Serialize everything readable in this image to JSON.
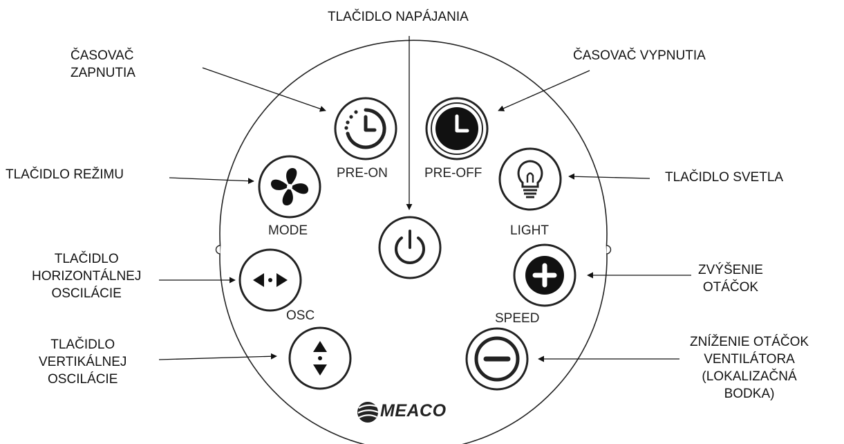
{
  "callouts": {
    "power": [
      "TLAČIDLO NAPÁJANIA"
    ],
    "pre_on_timer": [
      "ČASOVAČ",
      "ZAPNUTIA"
    ],
    "pre_off_timer": [
      "ČASOVAČ VYPNUTIA"
    ],
    "mode": [
      "TLAČIDLO REŽIMU"
    ],
    "light": [
      "TLAČIDLO SVETLA"
    ],
    "horizontal_osc": [
      "TLAČIDLO",
      "HORIZONTÁLNEJ",
      "OSCILÁCIE"
    ],
    "speed_up": [
      "ZVÝŠENIE",
      "OTÁČOK"
    ],
    "vertical_osc": [
      "TLAČIDLO",
      "VERTIKÁLNEJ",
      "OSCILÁCIE"
    ],
    "speed_down": [
      "ZNÍŽENIE OTÁČOK",
      "VENTILÁTORA",
      "(LOKALIZAČNÁ",
      "BODKA)"
    ]
  },
  "panel": {
    "labels": {
      "pre_on": "PRE-ON",
      "pre_off": "PRE-OFF",
      "mode": "MODE",
      "light": "LIGHT",
      "osc": "OSC",
      "speed": "SPEED"
    },
    "brand": "MEACO"
  },
  "icons": {
    "pre_on": "timer-dotted-icon",
    "pre_off": "clock-filled-icon",
    "mode": "fan-icon",
    "light": "bulb-icon",
    "power": "power-icon",
    "horizontal_osc": "left-right-arrows-icon",
    "speed_up": "plus-icon",
    "vertical_osc": "up-down-arrows-icon",
    "speed_down": "minus-icon",
    "brand": "meaco-globe-icon"
  }
}
